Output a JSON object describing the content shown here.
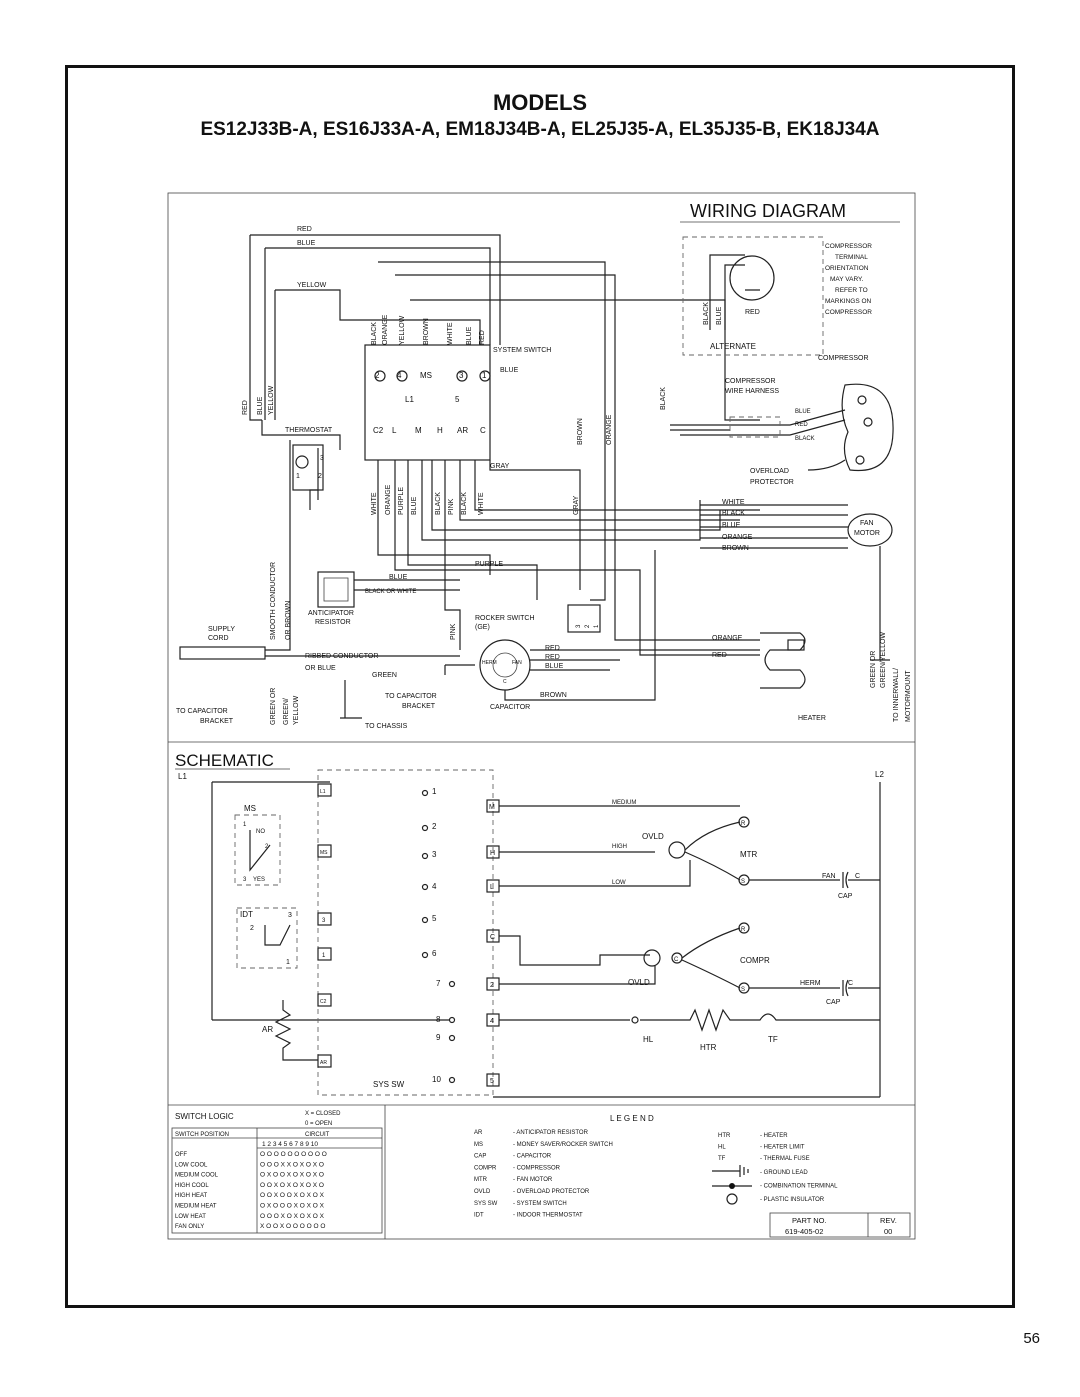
{
  "header": {
    "heading": "MODELS",
    "models": "ES12J33B-A, ES16J33A-A, EM18J34B-A, EL25J35-A, EL35J35-B, EK18J34A"
  },
  "page_number": "56",
  "wiring": {
    "title": "WIRING DIAGRAM",
    "top_wires": [
      "RED",
      "BLUE",
      "YELLOW"
    ],
    "left_wires": [
      "RED",
      "BLUE",
      "YELLOW"
    ],
    "vertical_wires_top": [
      "BLACK",
      "ORANGE",
      "YELLOW",
      "BROWN",
      "WHITE",
      "BLUE",
      "RED"
    ],
    "switch_terminals_top": [
      "2",
      "4",
      "MS",
      "3",
      "1"
    ],
    "switch_terminals_mid": [
      "L1",
      "5"
    ],
    "switch_terminals_bottom": [
      "C2",
      "L",
      "M",
      "H",
      "AR",
      "C"
    ],
    "vertical_wires_bottom": [
      "WHITE",
      "ORANGE",
      "PURPLE",
      "BLUE",
      "BLACK",
      "PINK",
      "BLACK",
      "WHITE"
    ],
    "thermostat": "THERMOSTAT",
    "thermostat_terminals": [
      "3",
      "1",
      "2"
    ],
    "system_switch": "SYSTEM SWITCH",
    "sys_blue": "BLUE",
    "gray_label": "GRAY",
    "gray_vertical": "GRAY",
    "brown_vertical": "BROWN",
    "orange_vertical": "ORANGE",
    "black_vertical": "BLACK",
    "smooth_conductor": "SMOOTH CONDUCTOR",
    "or_brown": "OR BROWN",
    "supply_cord": [
      "SUPPLY",
      "CORD"
    ],
    "purple": "PURPLE",
    "blue": "BLUE",
    "black_or_white": "BLACK OR WHITE",
    "anticipator": [
      "ANTICIPATOR",
      "RESISTOR"
    ],
    "pink": "PINK",
    "rocker": [
      "ROCKER SWITCH",
      "(GE)"
    ],
    "rocker_terminals": [
      "3",
      "2",
      "1"
    ],
    "ribbed": [
      "RIBBED CONDUCTOR",
      "OR BLUE"
    ],
    "green": "GREEN",
    "cap_wires": [
      "RED",
      "RED",
      "BLUE"
    ],
    "cap_terminals": [
      "HERM",
      "FAN",
      "C"
    ],
    "to_cap_bracket": [
      "TO CAPACITOR",
      "BRACKET"
    ],
    "capacitor": "CAPACITOR",
    "brown": "BROWN",
    "to_chassis": "TO CHASSIS",
    "green_or": "GREEN OR",
    "green_yellow": [
      "GREEN/",
      "YELLOW"
    ],
    "to_cap_bracket_left": [
      "TO CAPACITOR",
      "BRACKET"
    ],
    "comp_orient": [
      "COMPRESSOR",
      "TERMINAL",
      "ORIENTATION",
      "MAY VARY.",
      "REFER TO",
      "MARKINGS ON",
      "COMPRESSOR"
    ],
    "alt_wires": [
      "BLACK",
      "BLUE",
      "RED"
    ],
    "alternate": "ALTERNATE",
    "compressor": "COMPRESSOR",
    "harness": [
      "COMPRESSOR",
      "WIRE HARNESS"
    ],
    "harness_wires": [
      "BLUE",
      "RED",
      "BLACK"
    ],
    "overload": [
      "OVERLOAD",
      "PROTECTOR"
    ],
    "fan_wires": [
      "WHITE",
      "BLACK",
      "BLUE",
      "ORANGE",
      "BROWN"
    ],
    "fan_motor": [
      "FAN",
      "MOTOR"
    ],
    "heater_wires": [
      "ORANGE",
      "RED"
    ],
    "heater": "HEATER",
    "right_vertical": [
      "GREEN OR",
      "GREEN/YELLOW",
      "TO INNERWALL/",
      "MOTORMOUNT"
    ]
  },
  "schematic": {
    "title": "SCHEMATIC",
    "l1": "L1",
    "l2": "L2",
    "ms": "MS",
    "no": "NO",
    "yes": "YES",
    "ms_nums": [
      "1",
      "2",
      "3"
    ],
    "idt": "IDT",
    "idt_nums": [
      "3",
      "2",
      "1"
    ],
    "boxes_left": [
      "L1",
      "MS",
      "3",
      "1",
      "C2",
      "AR"
    ],
    "contacts": [
      "1",
      "2",
      "3",
      "4",
      "5",
      "6",
      "7",
      "8",
      "9",
      "10"
    ],
    "boxes_right": [
      "M",
      "H",
      "L",
      "C",
      "2",
      "4",
      "5"
    ],
    "medium": "MEDIUM",
    "high": "HIGH",
    "low": "LOW",
    "ovld": "OVLD",
    "mtr": "MTR",
    "mtr_terms": [
      "R",
      "S",
      "C"
    ],
    "fan": "FAN",
    "c": "C",
    "cap": "CAP",
    "compr": "COMPR",
    "compr_terms": [
      "R",
      "C",
      "S"
    ],
    "herm": "HERM",
    "cap2": "CAP",
    "c2": "C",
    "ovld2": "OVLD",
    "hl": "HL",
    "tf": "TF",
    "htr": "HTR",
    "ar": "AR",
    "sys_sw": "SYS SW"
  },
  "switch_logic": {
    "title": "SWITCH LOGIC",
    "legend": [
      "X = CLOSED",
      "0 = OPEN"
    ],
    "headers": [
      "SWITCH POSITION",
      "CIRCUIT"
    ],
    "circuit_nums": "1 2 3 4 5 6 7 8 9 10",
    "rows": [
      {
        "pos": "OFF",
        "val": "O O O O O O O O O O"
      },
      {
        "pos": "LOW COOL",
        "val": "O O O X X O X O X O"
      },
      {
        "pos": "MEDIUM COOL",
        "val": "O X O O X O X O X O"
      },
      {
        "pos": "HIGH COOL",
        "val": "O O X O X O X O X O"
      },
      {
        "pos": "HIGH HEAT",
        "val": "O O X O O X O X O X"
      },
      {
        "pos": "MEDIUM HEAT",
        "val": "O X O O O X O X O X"
      },
      {
        "pos": "LOW HEAT",
        "val": "O O O X O X O X O X"
      },
      {
        "pos": "FAN ONLY",
        "val": "X O O X O O O O O O"
      }
    ]
  },
  "legend": {
    "title": "L E G E N D",
    "left": [
      {
        "abbr": "AR",
        "desc": "- ANTICIPATOR RESISTOR"
      },
      {
        "abbr": "MS",
        "desc": "- MONEY SAVER/ROCKER SWITCH"
      },
      {
        "abbr": "CAP",
        "desc": "- CAPACITOR"
      },
      {
        "abbr": "COMPR",
        "desc": "- COMPRESSOR"
      },
      {
        "abbr": "MTR",
        "desc": "- FAN MOTOR"
      },
      {
        "abbr": "OVLD",
        "desc": "- OVERLOAD PROTECTOR"
      },
      {
        "abbr": "SYS SW",
        "desc": "- SYSTEM SWITCH"
      },
      {
        "abbr": "IDT",
        "desc": "- INDOOR THERMOSTAT"
      }
    ],
    "right": [
      {
        "abbr": "HTR",
        "desc": "- HEATER"
      },
      {
        "abbr": "HL",
        "desc": "- HEATER LIMIT"
      },
      {
        "abbr": "TF",
        "desc": "- THERMAL FUSE"
      },
      {
        "abbr": "",
        "desc": "- GROUND LEAD"
      },
      {
        "abbr": "",
        "desc": "- COMBINATION TERMINAL"
      },
      {
        "abbr": "",
        "desc": "- PLASTIC INSULATOR"
      }
    ],
    "part_label": "PART NO.",
    "part_no": "619-405-02",
    "rev_label": "REV.",
    "rev": "00"
  }
}
